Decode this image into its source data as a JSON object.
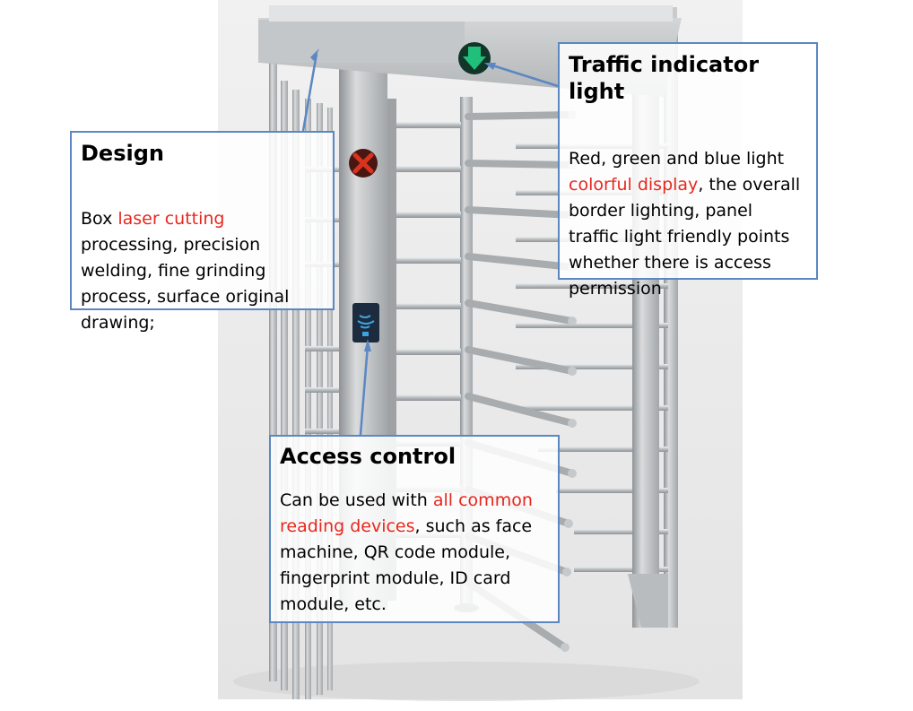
{
  "callouts": {
    "design": {
      "title": "Design",
      "text_prefix": "Box ",
      "text_highlight": "laser cutting",
      "text_suffix": " processing, precision welding, fine grinding process, surface original drawing;"
    },
    "traffic": {
      "title": "Traffic indicator light",
      "text_prefix": "Red, green and blue light ",
      "text_highlight": "colorful display",
      "text_suffix": ", the overall border lighting, panel traffic light friendly points whether there is access permission"
    },
    "access": {
      "title": "Access control",
      "text_prefix": "Can be used with ",
      "text_highlight": "all common reading devices",
      "text_suffix": ", such as face machine, QR code module, fingerprint module, ID card module, etc."
    }
  },
  "colors": {
    "box_border": "#5b87c2",
    "arrow": "#5b87c2",
    "highlight_text": "#e8271e",
    "steel_light": "#d9dbdc",
    "steel_mid": "#b8bcbf",
    "steel_dark": "#8e9397",
    "green_signal": "#21c07a",
    "red_signal": "#d9331e"
  },
  "icons": {
    "green_light": "green-arrow-down-signal-icon",
    "red_light": "red-x-signal-icon",
    "card_reader": "rfid-wave-icon"
  }
}
